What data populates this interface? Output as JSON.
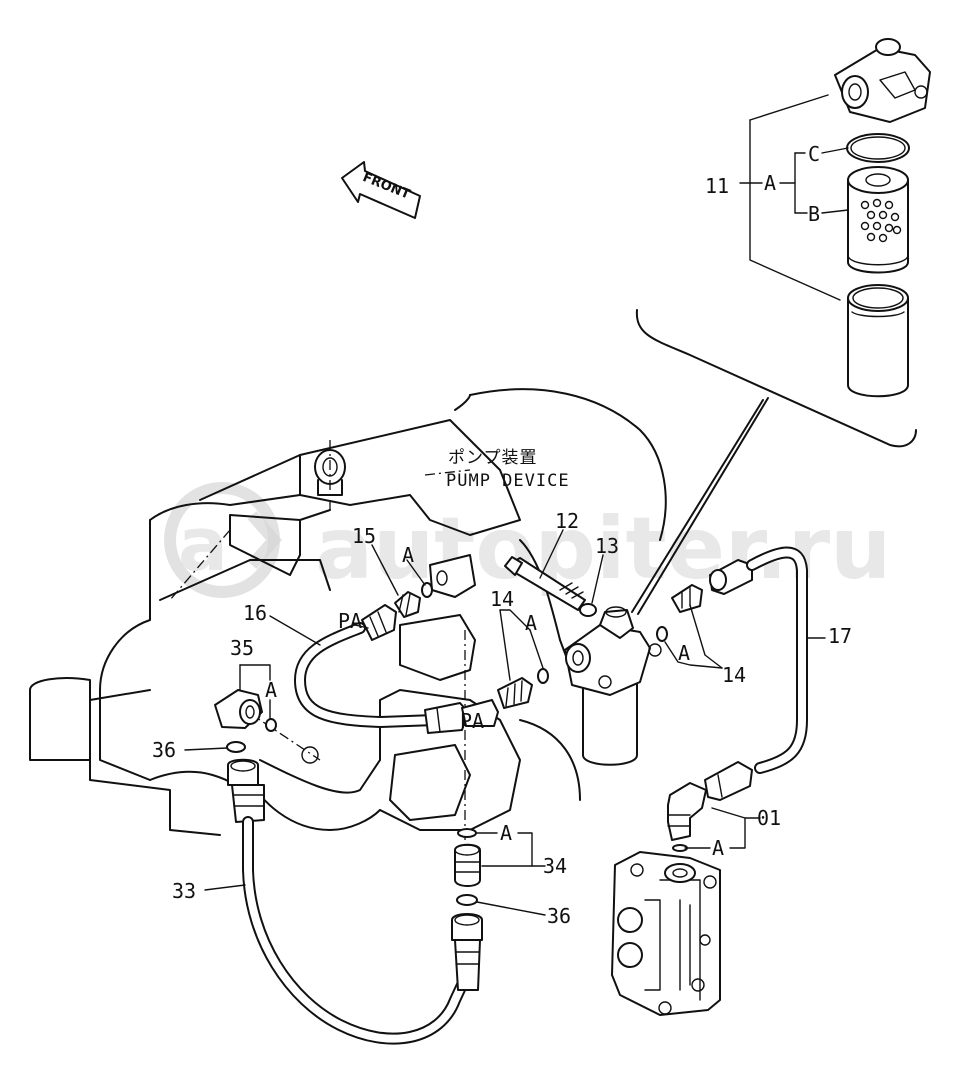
{
  "caption": {
    "jp": "ポンプ装置",
    "en": "PUMP DEVICE"
  },
  "front_label": "FRONT",
  "watermark": "autopiter.ru",
  "labels": {
    "l11": "11",
    "lA_top": "A",
    "lB": "B",
    "lC": "C",
    "l12": "12",
    "l13": "13",
    "l14a": "14",
    "l14b": "14",
    "lA_14a": "A",
    "lA_14b": "A",
    "l15": "15",
    "lA_15": "A",
    "l16": "16",
    "l17": "17",
    "lPA1": "PA",
    "lPA2": "PA",
    "l35": "35",
    "lA_35": "A",
    "l36a": "36",
    "l36b": "36",
    "l33": "33",
    "l34": "34",
    "lA_34": "A",
    "l01": "01",
    "lA_01": "A"
  }
}
